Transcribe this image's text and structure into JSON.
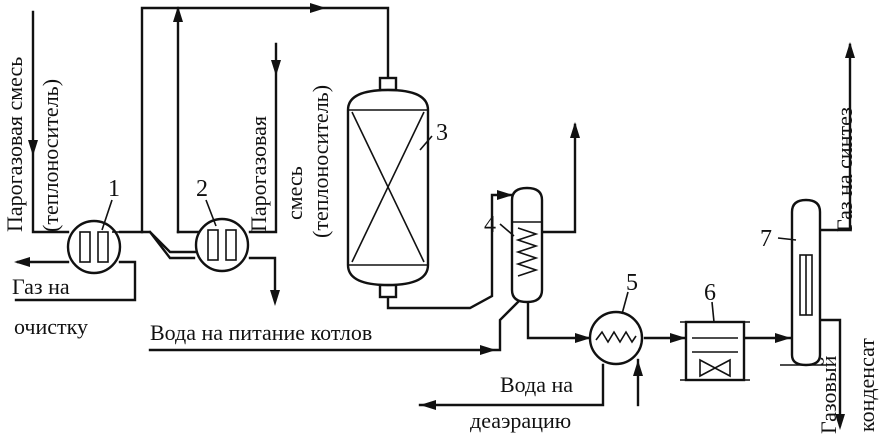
{
  "equipment_numbers": [
    "1",
    "2",
    "3",
    "4",
    "5",
    "6",
    "7"
  ],
  "labels": {
    "gas_mixture_left_line1": "Парогазовая смесь",
    "gas_mixture_left_line2": "(теплоноситель)",
    "gas_mixture_right_line1": "Парогазовая",
    "gas_mixture_right_line2": "смесь",
    "gas_mixture_right_line3": "(теплоноситель)",
    "gas_to_cleaning_line1": "Газ на",
    "gas_to_cleaning_line2": "очистку",
    "water_to_boilers": "Вода на питание котлов",
    "water_to_deaeration_line1": "Вода на",
    "water_to_deaeration_line2": "деаэрацию",
    "gas_to_synthesis": "Газ на синтез",
    "gas_condensate_line1": "Газовый",
    "gas_condensate_line2": "конденсат"
  }
}
